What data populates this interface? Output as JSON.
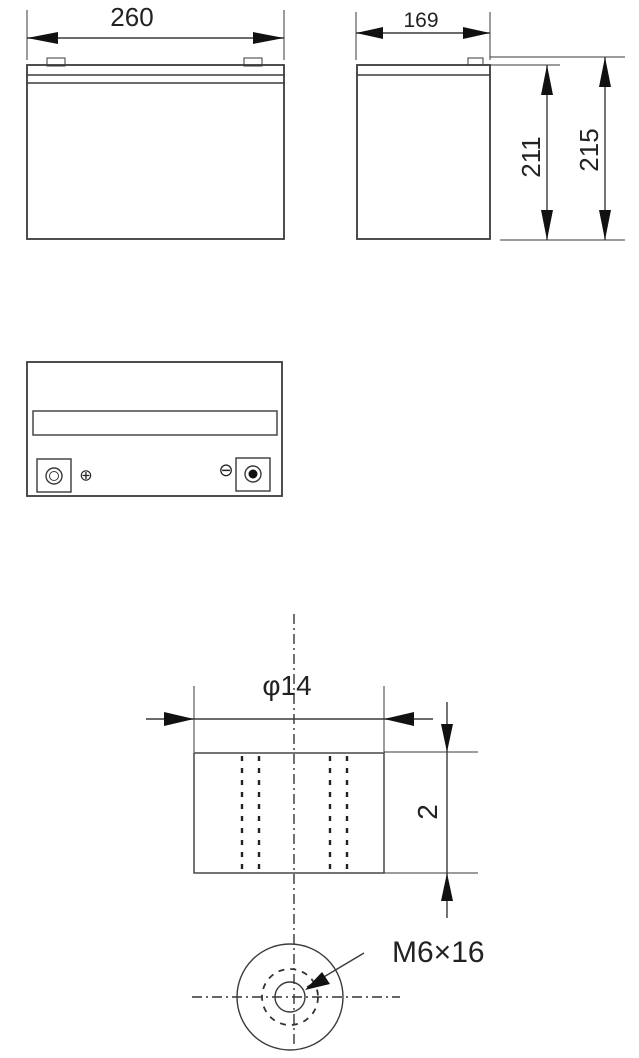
{
  "dimensions": {
    "width": "260",
    "depth": "169",
    "case_height": "211",
    "total_height": "215"
  },
  "terminal_detail": {
    "diameter": "φ14",
    "height": "2",
    "bolt": "M6×16"
  },
  "symbols": {
    "positive": "⊕",
    "negative": "⊖"
  }
}
